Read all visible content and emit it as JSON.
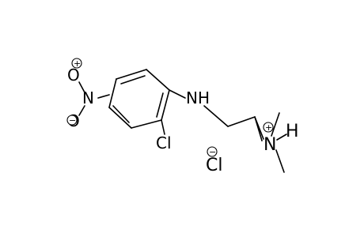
{
  "atoms": {
    "nitro_o_top": "O",
    "nitro_n": "N",
    "nitro_o_bottom": "O",
    "amine_nh": "NH",
    "chloro": "Cl",
    "ammonium_n": "N",
    "ammonium_h": "H",
    "chloride": "Cl"
  },
  "charges": {
    "nitro_o_top": "+",
    "nitro_o_bottom": "−",
    "ammonium_n": "+",
    "chloride": "−"
  }
}
